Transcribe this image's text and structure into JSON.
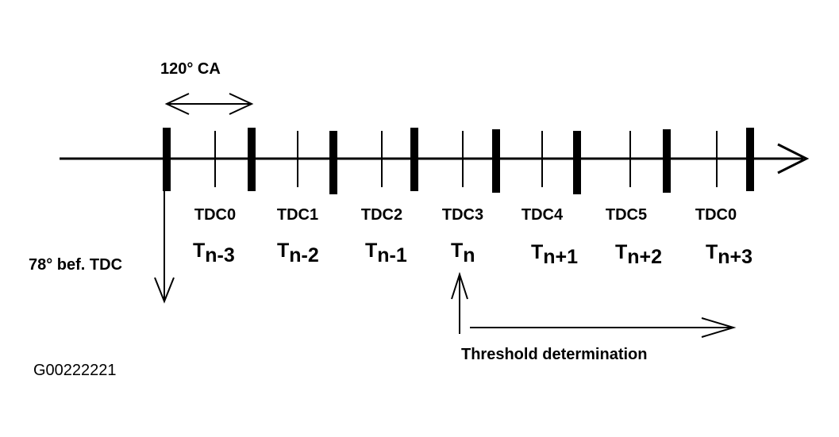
{
  "angle_label": "120° CA",
  "start_label": "78° bef. TDC",
  "tdc_labels": [
    "TDC0",
    "TDC1",
    "TDC2",
    "TDC3",
    "TDC4",
    "TDC5",
    "TDC0"
  ],
  "t_labels": [
    {
      "base": "T",
      "sub": "n-3"
    },
    {
      "base": "T",
      "sub": "n-2"
    },
    {
      "base": "T",
      "sub": "n-1"
    },
    {
      "base": "T",
      "sub": "n"
    },
    {
      "base": "T",
      "sub": "n+1"
    },
    {
      "base": "T",
      "sub": "n+2"
    },
    {
      "base": "T",
      "sub": "n+3"
    }
  ],
  "threshold_label": "Threshold determination",
  "figure_id": "G00222221"
}
